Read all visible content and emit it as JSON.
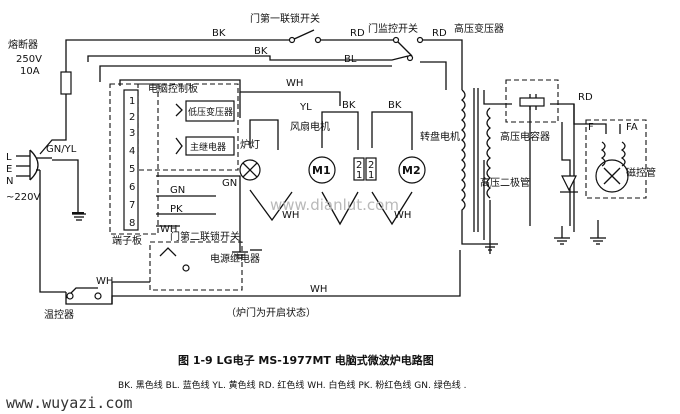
{
  "labels": {
    "door_first_interlock": "门第一联锁开关",
    "door_monitor_switch": "门监控开关",
    "hv_transformer": "高压变压器",
    "fuse": "熔断器",
    "fuse_rating_v": "250V",
    "fuse_rating_a": "10A",
    "computer_board": "电脑控制板",
    "lv_transformer": "低压变压器",
    "main_relay": "主继电器",
    "lamp": "炉灯",
    "fan_motor": "风扇电机",
    "turntable_motor": "转盘电机",
    "hv_capacitor": "高压电容器",
    "hv_diode": "高压二极管",
    "magnetron": "磁控管",
    "terminal_board": "端子板",
    "door_second_interlock": "门第二联锁开关",
    "power_relay": "电源继电器",
    "thermostat": "温控器",
    "door_state": "（炉门为开启状态）",
    "mains_l": "L",
    "mains_e": "E",
    "mains_n": "N",
    "mains_v": "~220V",
    "gn_yl": "GN/YL",
    "m1": "M1",
    "m2": "M2",
    "f": "F",
    "fa": "FA"
  },
  "wire_labels": {
    "bk_top_left": "BK",
    "bk_top_mid": "BK",
    "rd_top": "RD",
    "rd_top2": "RD",
    "bl": "BL",
    "wh_top": "WH",
    "yl": "YL",
    "bk_motor1": "BK",
    "bk_motor2": "BK",
    "rd_right": "RD",
    "gn_terminal": "GN",
    "gn_side": "GN",
    "pk": "PK",
    "wh_terminal": "WH",
    "wh_motor1": "WH",
    "wh_motor2": "WH",
    "wh_bottom": "WH",
    "wh_thermo": "WH"
  },
  "terminals": [
    "1",
    "2",
    "3",
    "4",
    "5",
    "6",
    "7",
    "8"
  ],
  "connectors": [
    "2",
    "1",
    "2",
    "1"
  ],
  "watermarks": {
    "center": "www.dianlut.com",
    "bottom_left": "www.wuyazi.com"
  },
  "caption": {
    "title": "图 1-9    LG电子 MS-1977MT 电脑式微波炉电路图",
    "legend": "BK. 黑色线   BL. 蓝色线   YL. 黄色线   RD. 红色线   WH. 白色线   PK. 粉红色线   GN. 绿色线 ."
  }
}
